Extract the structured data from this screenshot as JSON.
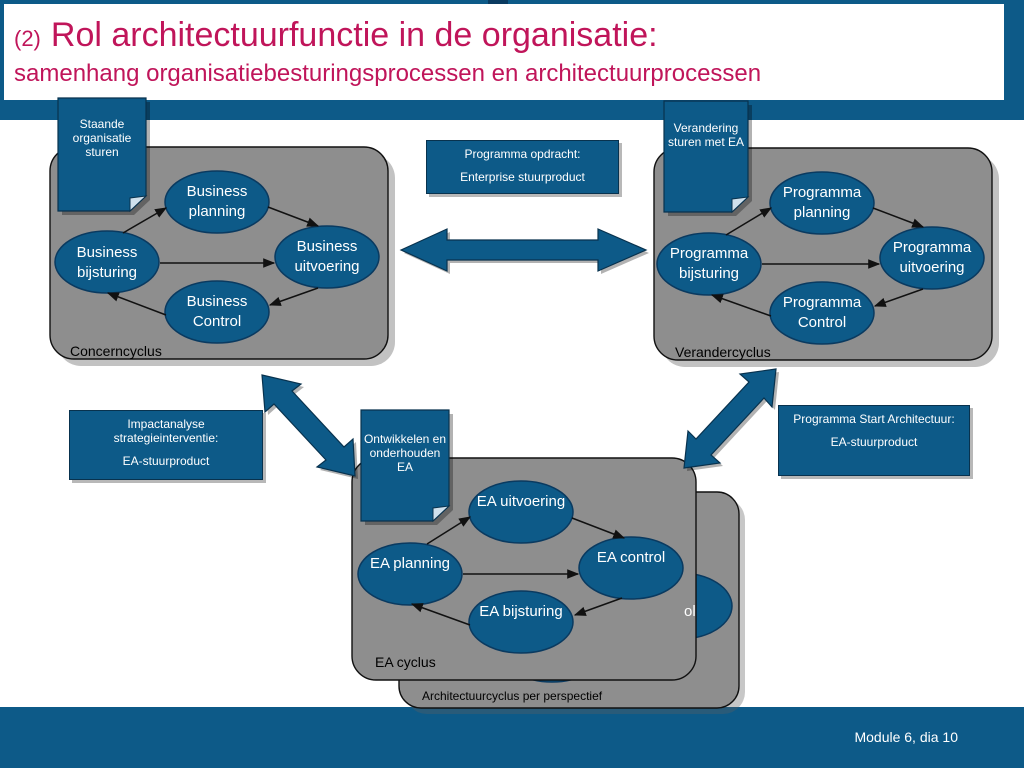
{
  "header": {
    "number": "(2)",
    "title": "Rol architectuurfunctie in de organisatie:",
    "subtitle": "samenhang organisatiebesturingsprocessen en architectuurprocessen"
  },
  "cycles": {
    "concern": {
      "label": "Concerncyclus",
      "note": "Staande organisatie sturen",
      "nodes": {
        "planning": "Business planning",
        "bijsturing": "Business bijsturing",
        "uitvoering": "Business uitvoering",
        "control": "Business Control"
      }
    },
    "verander": {
      "label": "Verandercyclus",
      "note": "Verandering sturen met EA",
      "nodes": {
        "planning": "Programma planning",
        "bijsturing": "Programma bijsturing",
        "uitvoering": "Programma uitvoering",
        "control": "Programma Control"
      }
    },
    "ea": {
      "label": "EA cyclus",
      "note": "Ontwikkelen en onderhouden EA",
      "nodes": {
        "uitvoering": "EA uitvoering",
        "planning": "EA planning",
        "control": "EA control",
        "bijsturing": "EA bijsturing"
      }
    },
    "architectuur": {
      "label": "Architectuurcyclus per perspectief",
      "partial_text": "ol"
    }
  },
  "boxes": {
    "programma_opdracht": {
      "line1": "Programma opdracht:",
      "line2": "Enterprise stuurproduct"
    },
    "impactanalyse": {
      "line1": "Impactanalyse strategieinterventie:",
      "line2": "EA-stuurproduct"
    },
    "programma_start": {
      "line1": "Programma Start Architectuur:",
      "line2": "EA-stuurproduct"
    }
  },
  "footer": {
    "text": "Module 6, dia 10"
  },
  "colors": {
    "brand_blue": "#0d5a88",
    "title_magenta": "#c0155a",
    "panel_gray": "#8e8e8e",
    "node_fill": "#0d5a88"
  }
}
